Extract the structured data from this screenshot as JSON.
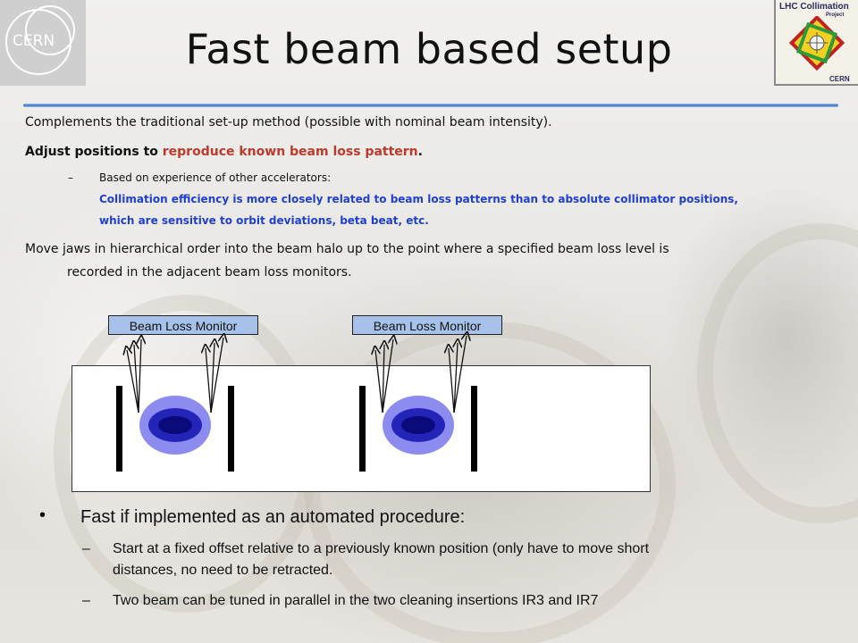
{
  "title": "Fast beam based setup",
  "logos": {
    "cern_text": "CERN",
    "lhc_line1": "LHC Collimation",
    "lhc_line2": "Project",
    "lhc_line3": "CERN"
  },
  "paragraphs": {
    "p1": "Complements the traditional set-up method (possible with nominal beam intensity).",
    "p2_prefix": "Adjust positions to ",
    "p2_highlight": "reproduce known beam loss pattern",
    "p2_suffix": ".",
    "sub_dash": "–",
    "sub_intro": "Based on experience of other accelerators:",
    "sub_blue_1": "Collimation efficiency is more closely related to beam loss patterns than to absolute collimator positions,",
    "sub_blue_2": "which are sensitive to orbit deviations, beta beat, etc.",
    "p4_line1": "Move jaws in hierarchical order into the beam halo up to the point where a specified beam loss level is",
    "p4_line2": "recorded in the adjacent beam loss monitors."
  },
  "diagram": {
    "monitor_label_left": "Beam Loss Monitor",
    "monitor_label_right": "Beam Loss Monitor",
    "colors": {
      "beam_outer": "#8b8bf0",
      "beam_mid": "#2424b8",
      "beam_inner": "#0a0a7a",
      "box_fill": "#a7c2ea"
    }
  },
  "bullets": {
    "bullet_char": "•",
    "main": "Fast if implemented as an automated procedure:",
    "dash": "–",
    "item1_line1": "Start at a fixed offset relative to a previously known position (only have to move short",
    "item1_line2": "distances, no need to be retracted.",
    "item2": "Two beam can be tuned in parallel in the two cleaning insertions IR3 and IR7"
  }
}
